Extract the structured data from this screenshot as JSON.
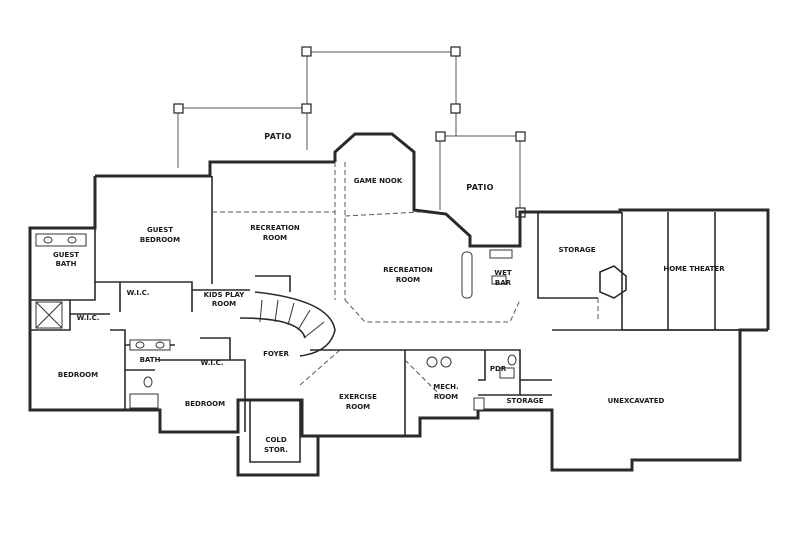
{
  "rooms": {
    "patio_left": "PATIO",
    "patio_right": "PATIO",
    "game_nook": "GAME NOOK",
    "guest_bedroom_l1": "GUEST",
    "guest_bedroom_l2": "BEDROOM",
    "recreation_room_left_l1": "RECREATION",
    "recreation_room_left_l2": "ROOM",
    "recreation_room_center_l1": "RECREATION",
    "recreation_room_center_l2": "ROOM",
    "wet_bar_l1": "WET",
    "wet_bar_l2": "BAR",
    "storage_top": "STORAGE",
    "home_theater": "HOME THEATER",
    "guest_bath_l1": "GUEST",
    "guest_bath_l2": "BATH",
    "wic_top": "W.I.C.",
    "wic_left": "W.I.C.",
    "kids_play_room_l1": "KIDS PLAY",
    "kids_play_room_l2": "ROOM",
    "bath": "BATH",
    "wic_bottom": "W.I.C.",
    "foyer": "FOYER",
    "bedroom_left": "BEDROOM",
    "bedroom_center": "BEDROOM",
    "exercise_room_l1": "EXERCISE",
    "exercise_room_l2": "ROOM",
    "mech_room_l1": "MECH.",
    "mech_room_l2": "ROOM",
    "pdr": "PDR",
    "storage_bottom": "STORAGE",
    "unexcavated": "UNEXCAVATED",
    "cold_storage_l1": "COLD",
    "cold_storage_l2": "STOR."
  }
}
